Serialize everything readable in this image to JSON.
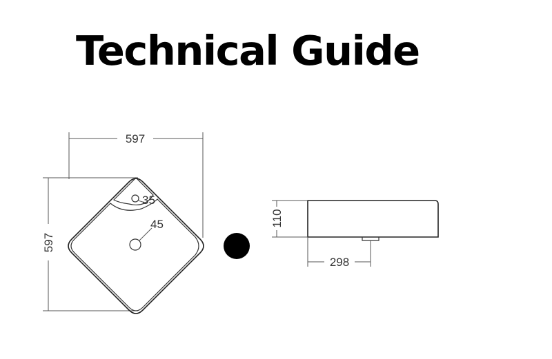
{
  "title": "Technical Guide",
  "top_view": {
    "width_label": "597",
    "depth_label": "597",
    "tap_hole_label": "35",
    "drain_label": "45"
  },
  "side_view": {
    "height_label": "110",
    "drain_offset_label": "298"
  },
  "colors": {
    "text": "#000000",
    "line": "#333333",
    "separator_dot": "#000000"
  }
}
